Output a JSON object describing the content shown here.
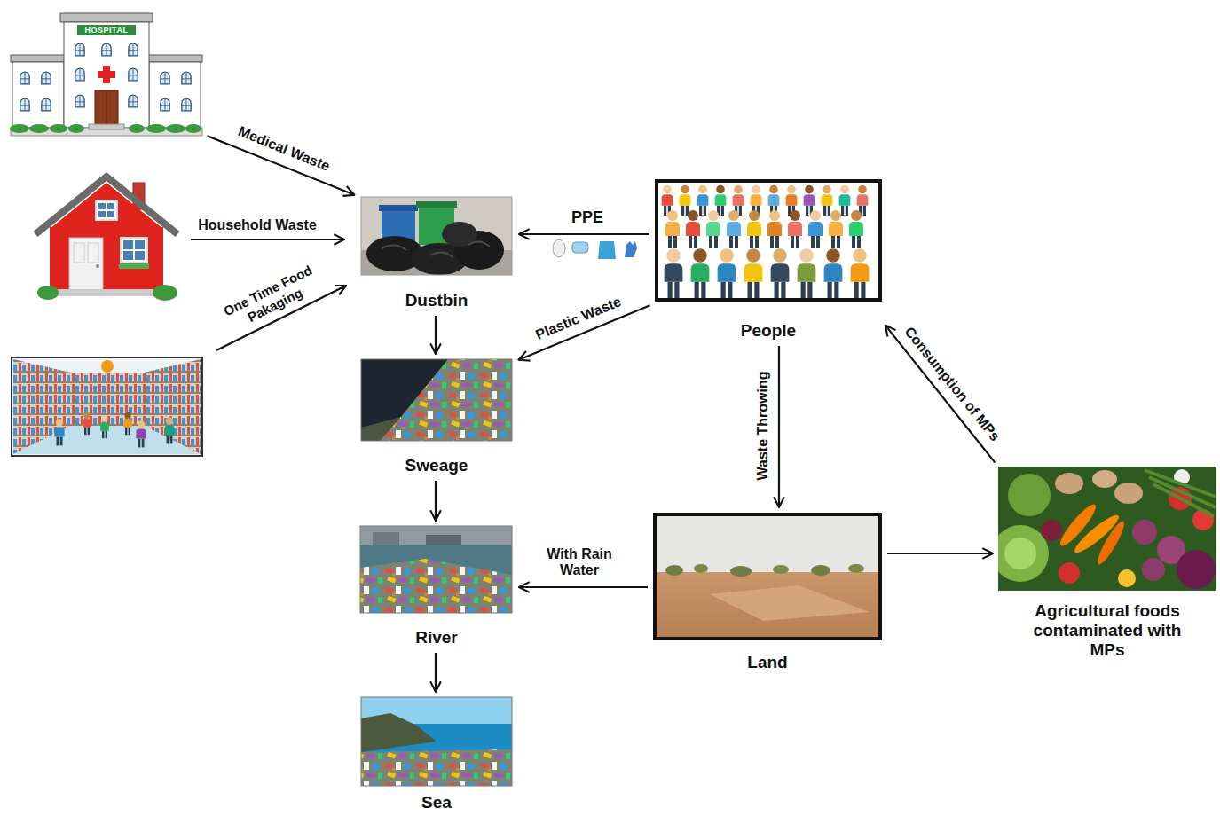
{
  "diagram": {
    "nodes": [
      {
        "text": [
          "HOSPITAL"
        ]
      },
      {
        "text": [
          "Dustbin"
        ]
      },
      {
        "text": [
          "People"
        ]
      },
      {
        "text": [
          "Sweage"
        ]
      },
      {
        "text": [
          "Agricultural foods contaminated with MPs"
        ]
      },
      {
        "text": [
          "River"
        ]
      },
      {
        "text": [
          "Land"
        ]
      },
      {
        "text": [
          "Sea"
        ]
      }
    ],
    "edges": [
      {
        "from": 0,
        "to": 1,
        "arrow": "to",
        "label": "Medical Waste"
      },
      {
        "from": 2,
        "to": 1,
        "arrow": "to",
        "label": "PPE"
      },
      {
        "from": 1,
        "to": 3,
        "arrow": "to"
      },
      {
        "from": 2,
        "to": 3,
        "arrow": "to",
        "label": "Plastic Waste"
      },
      {
        "from": 2,
        "to": 6,
        "arrow": "to",
        "label": "Waste Throwing"
      },
      {
        "from": 4,
        "to": 2,
        "arrow": "to",
        "label": "Consumption of MPs"
      },
      {
        "from": 3,
        "to": 5,
        "arrow": "to"
      },
      {
        "from": 6,
        "to": 5,
        "arrow": "to",
        "label": "With Rain Water"
      },
      {
        "from": 6,
        "to": 4,
        "arrow": "to"
      },
      {
        "from": 5,
        "to": 7,
        "arrow": "to"
      }
    ],
    "labels": [
      "Household Waste",
      "One Time Food Pakaging"
    ]
  }
}
